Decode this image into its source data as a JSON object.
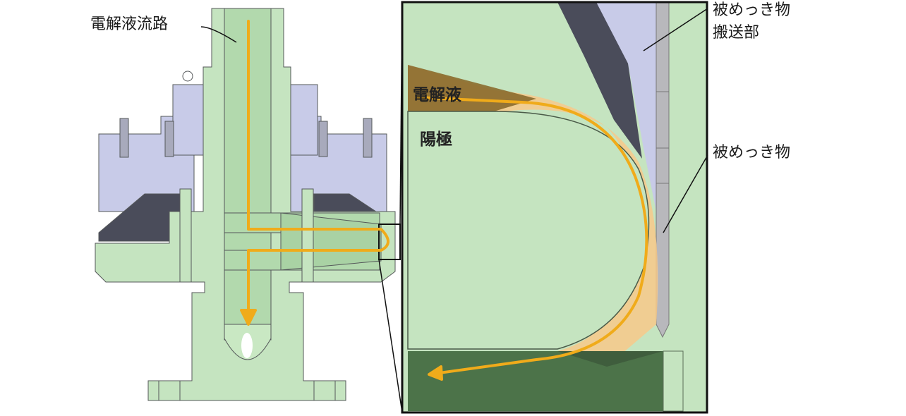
{
  "labels": {
    "electrolyte_channel": "電解液流路",
    "electrolyte": "電解液",
    "anode": "陽極",
    "workpiece_transport_line1": "被めっき物",
    "workpiece_transport_line2": "搬送部",
    "workpiece": "被めっき物"
  },
  "colors": {
    "green_part": "#c5e4c0",
    "green_edge": "#5a6e58",
    "lavender_part": "#c8cbe8",
    "dark_grey": "#4a4c5a",
    "flow_arrow": "#f0ab1a",
    "electrolyte_fill": "#f7c98a",
    "electrolyte_dark": "#8a6a2c",
    "gray_rod": "#b8b8bc",
    "bottom_dark_green": "#3f5d3d"
  }
}
